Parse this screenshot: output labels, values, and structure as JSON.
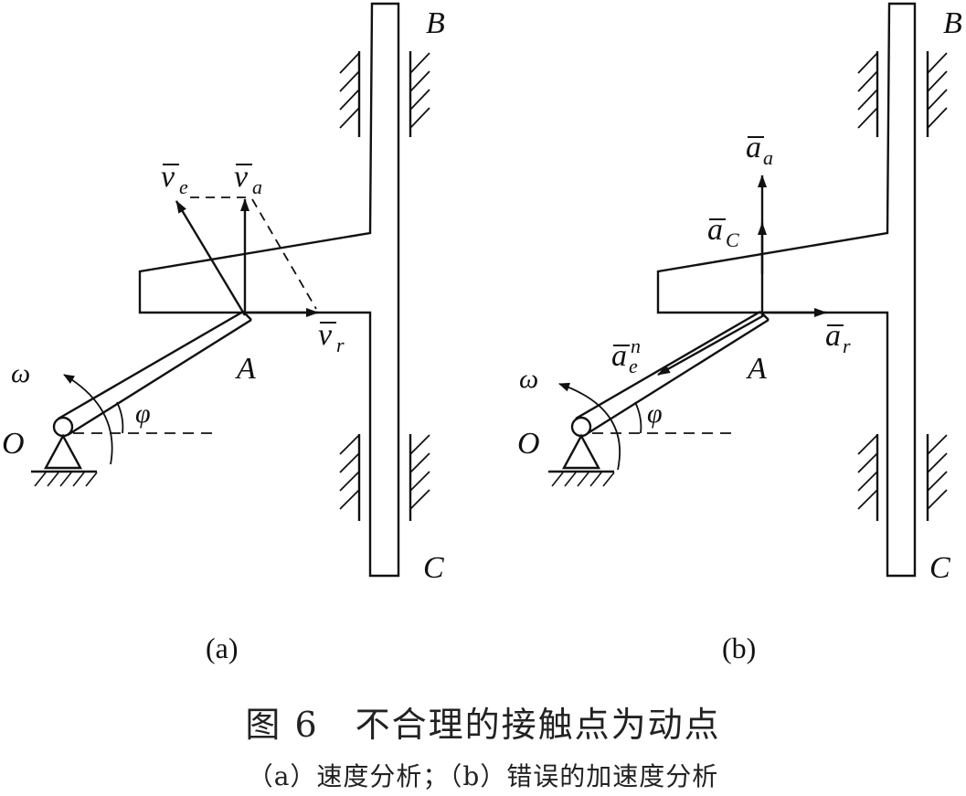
{
  "panel_a": {
    "label": "(a)",
    "point_B": "B",
    "point_C": "C",
    "point_A": "A",
    "point_O": "O",
    "omega": "ω",
    "phi": "φ",
    "v_e": {
      "sym": "v",
      "sub": "e"
    },
    "v_a": {
      "sym": "v",
      "sub": "a"
    },
    "v_r": {
      "sym": "v",
      "sub": "r"
    }
  },
  "panel_b": {
    "label": "(b)",
    "point_B": "B",
    "point_C": "C",
    "point_A": "A",
    "point_O": "O",
    "omega": "ω",
    "phi": "φ",
    "a_a": {
      "sym": "a",
      "sub": "a"
    },
    "a_C": {
      "sym": "a",
      "sub": "C"
    },
    "a_r": {
      "sym": "a",
      "sub": "r"
    },
    "a_en": {
      "sym": "a",
      "sub": "e",
      "sup": "n"
    }
  },
  "caption": {
    "title": "图 6　不合理的接触点为动点",
    "subtitle": "（a）速度分析；（b）错误的加速度分析"
  }
}
